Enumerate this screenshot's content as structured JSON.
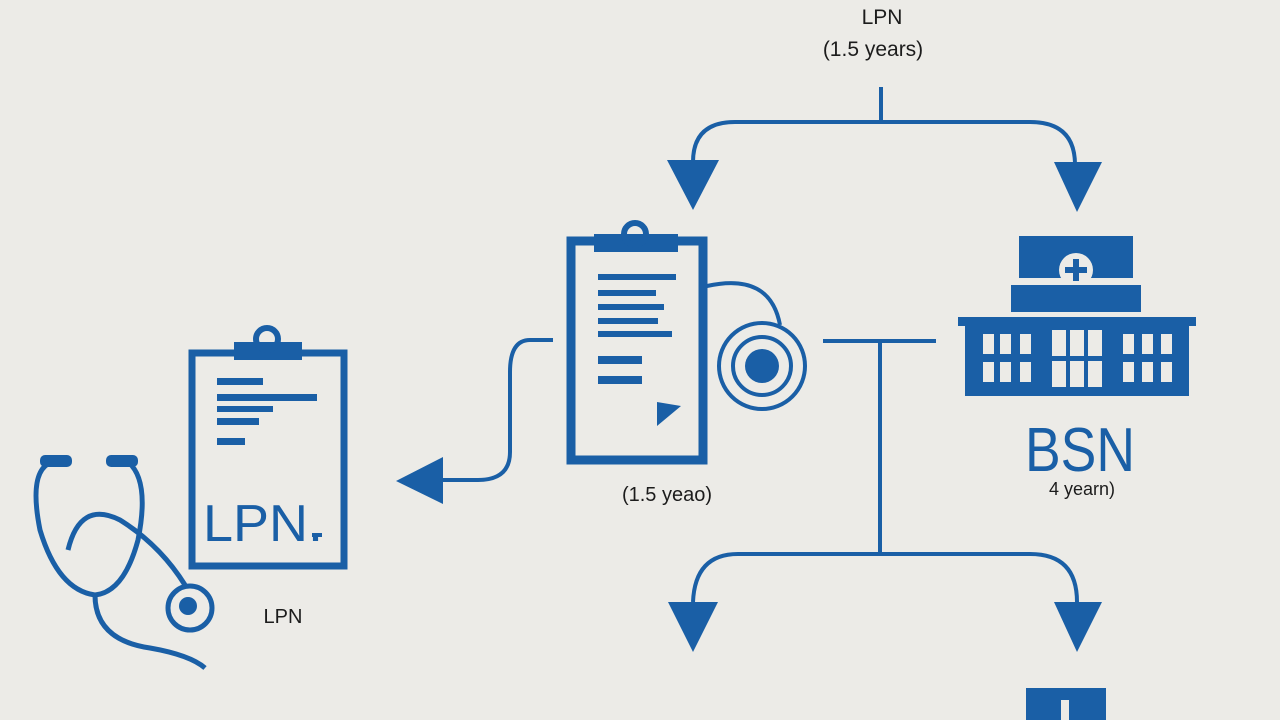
{
  "labels": {
    "top_title": "LPN",
    "top_subtitle": "(1.5 years)",
    "middle_subtitle": "(1.5 yeao)",
    "bsn_title": "BSN",
    "bsn_subtitle": "4 yearn)",
    "left_clipboard_text": "LPN.",
    "left_bottom_label": "LPN"
  },
  "icons": {
    "left_clipboard": "clipboard-icon",
    "stethoscope": "stethoscope-icon",
    "middle_clipboard": "clipboard-icon",
    "hospital": "hospital-icon"
  },
  "colors": {
    "primary": "#1a5fa6",
    "background": "#ecebe7",
    "text": "#1c1c1c"
  }
}
